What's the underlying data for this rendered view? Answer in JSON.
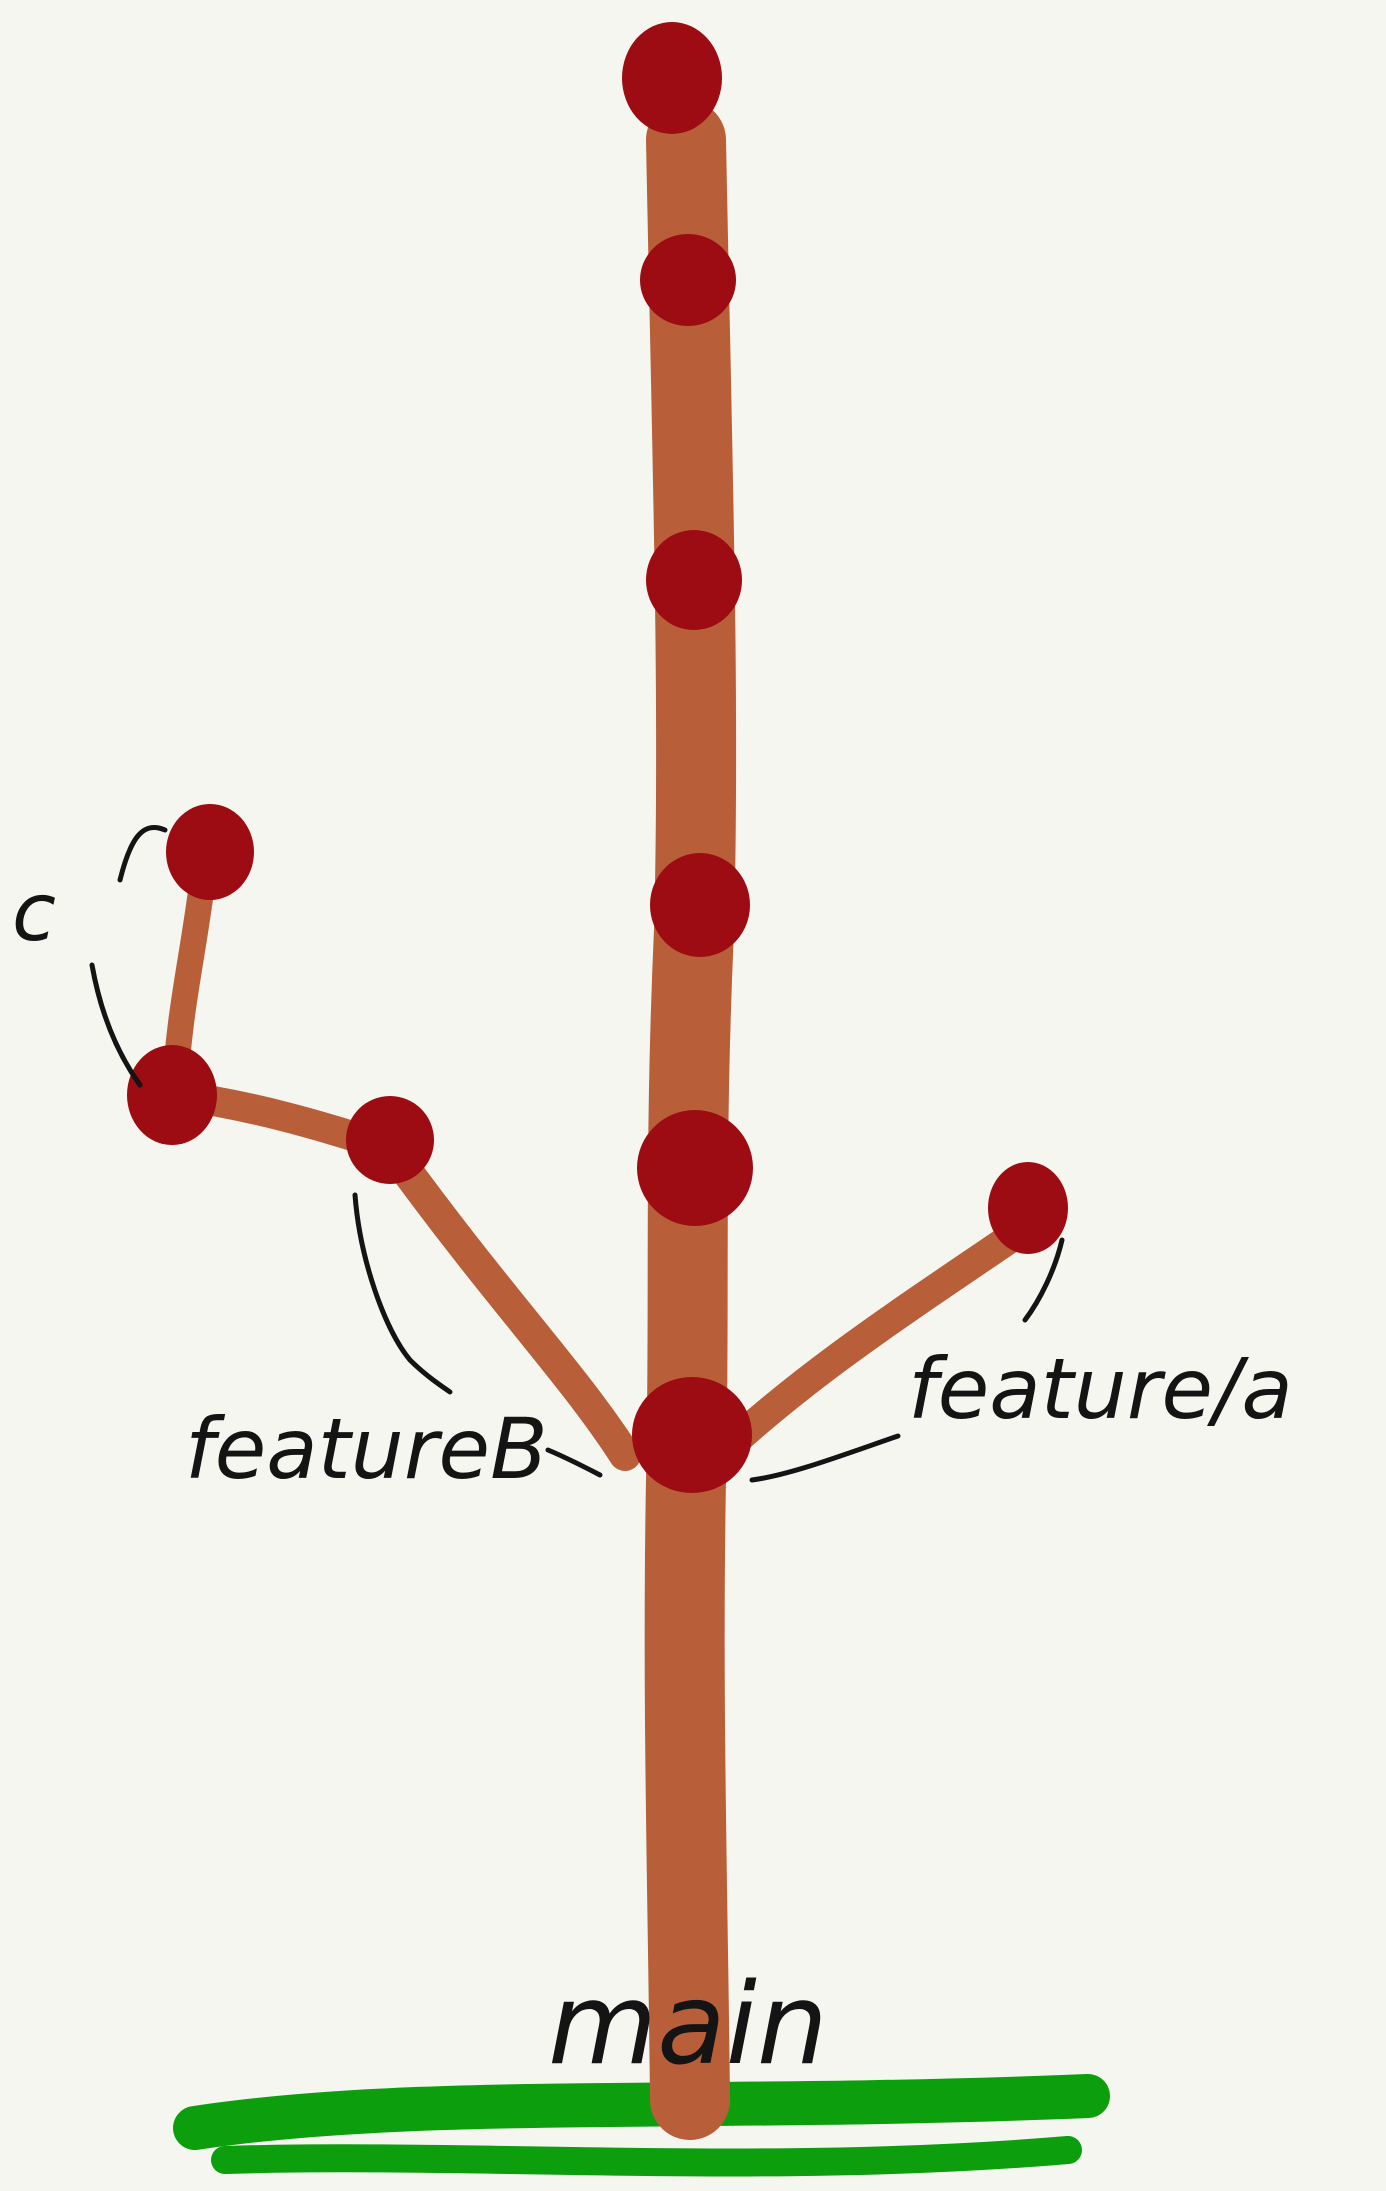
{
  "diagram": {
    "labels": {
      "main": "main",
      "feature_b": "featureB",
      "feature_a": "feature/a",
      "c": "c"
    },
    "colors": {
      "background": "#f6f6f1",
      "branch": "#b85f3a",
      "commit": "#9c0c12",
      "ground": "#0c9e0c",
      "ink": "#141414"
    }
  }
}
